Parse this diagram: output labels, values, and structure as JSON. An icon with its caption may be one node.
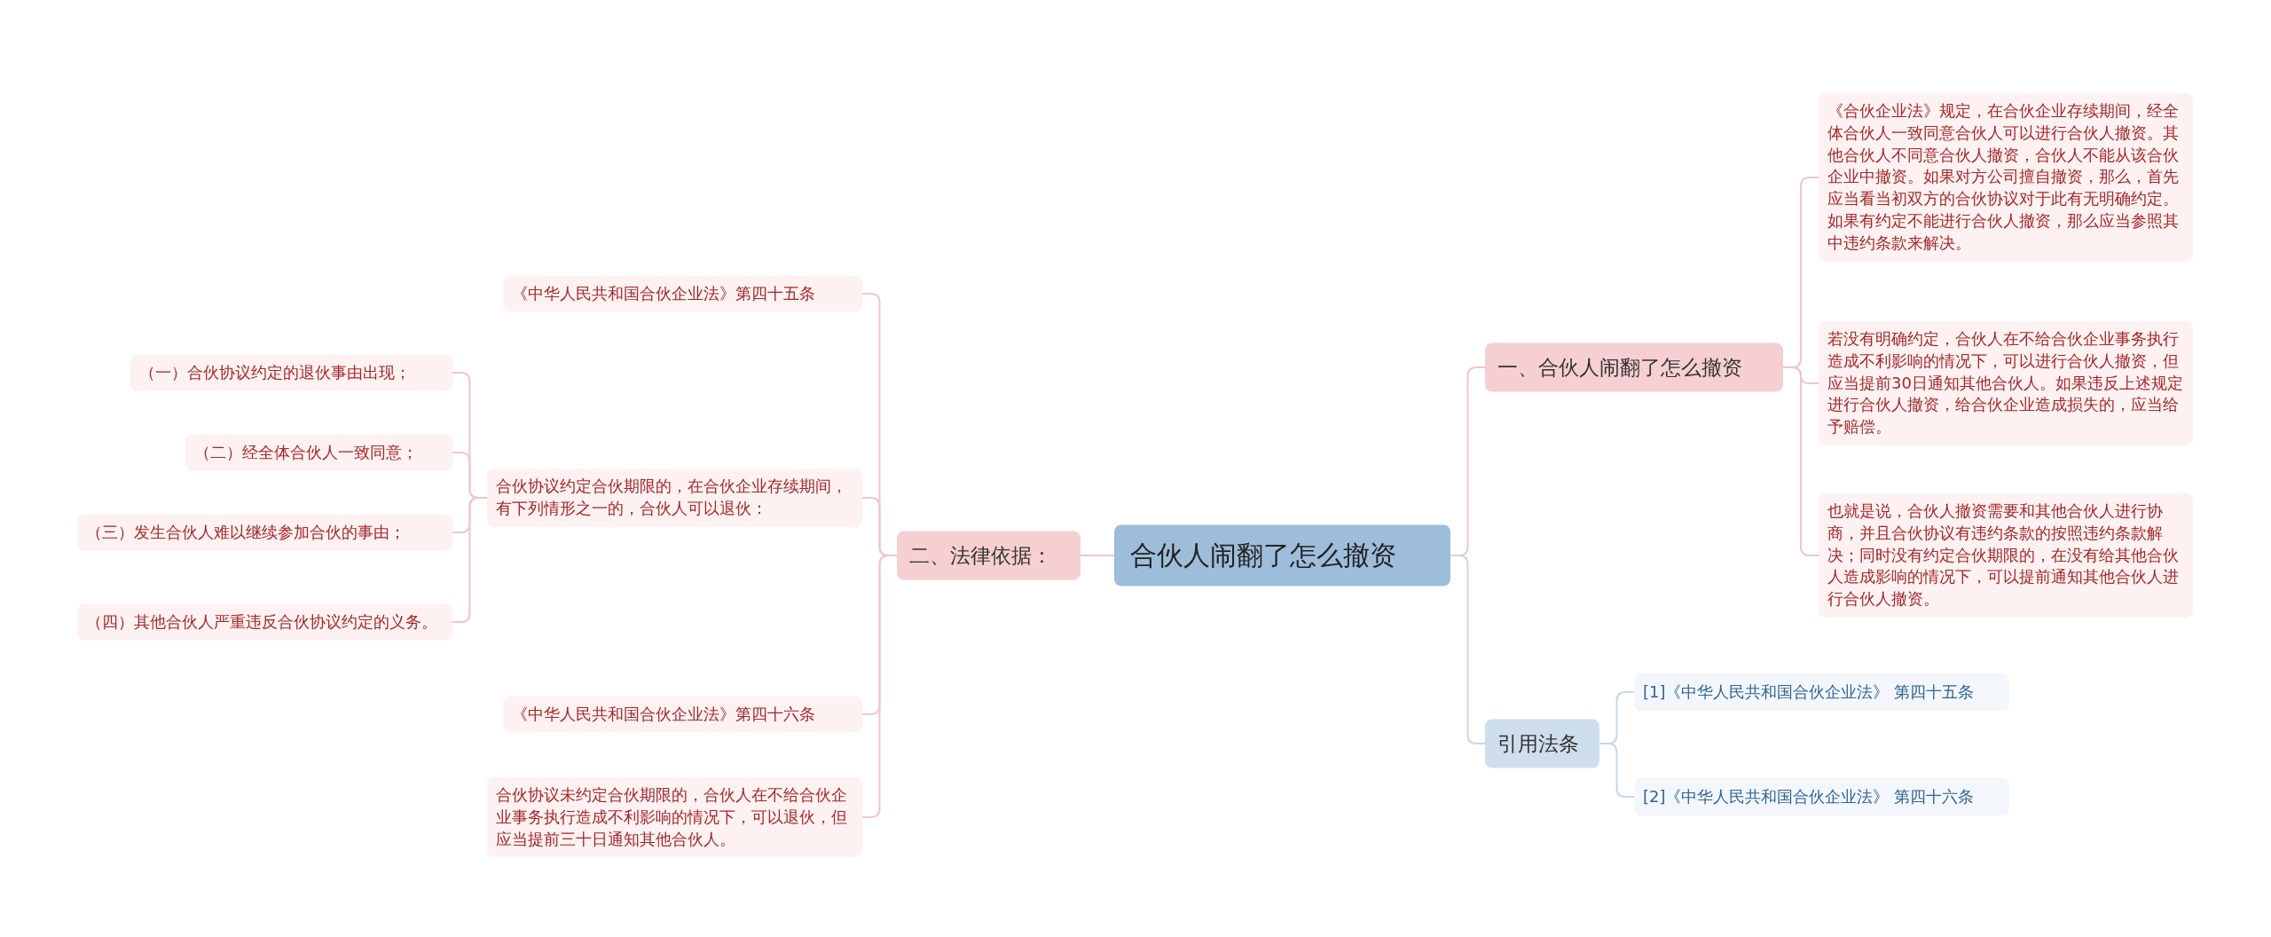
{
  "diagram": {
    "nodes": [
      {
        "text": [
          "合伙人闹翻了怎么撤资"
        ]
      },
      {
        "text": [
          "二、法律依据："
        ]
      },
      {
        "text": [
          "《中华人民共和国合伙企业法》第四十五条"
        ]
      },
      {
        "text": [
          "合伙协议约定合伙期限的，在合伙企业存续期间，有下列情形之一的，合伙人可以退伙："
        ]
      },
      {
        "text": [
          "（一）合伙协议约定的退伙事由出现；"
        ]
      },
      {
        "text": [
          "（二）经全体合伙人一致同意；"
        ]
      },
      {
        "text": [
          "（三）发生合伙人难以继续参加合伙的事由；"
        ]
      },
      {
        "text": [
          "（四）其他合伙人严重违反合伙协议约定的义务。"
        ]
      },
      {
        "text": [
          "《中华人民共和国合伙企业法》第四十六条"
        ]
      },
      {
        "text": [
          "合伙协议未约定合伙期限的，合伙人在不给合伙企业事务执行造成不利影响的情况下，可以退伙，但应当提前三十日通知其他合伙人。"
        ]
      },
      {
        "text": [
          "一、合伙人闹翻了怎么撤资"
        ]
      },
      {
        "text": [
          "《合伙企业法》规定，在合伙企业存续期间，经全体合伙人一致同意合伙人可以进行合伙人撤资。其他合伙人不同意合伙人撤资，合伙人不能从该合伙企业中撤资。如果对方公司擅自撤资，那么，首先应当看当初双方的合伙协议对于此有无明确约定。如果有约定不能进行合伙人撤资，那么应当参照其中违约条款来解决。"
        ]
      },
      {
        "text": [
          "若没有明确约定，合伙人在不给合伙企业事务执行造成不利影响的情况下，可以进行合伙人撤资，但应当提前30日通知其他合伙人。如果违反上述规定进行合伙人撤资，给合伙企业造成损失的，应当给予赔偿。"
        ]
      },
      {
        "text": [
          "也就是说，合伙人撤资需要和其他合伙人进行协商，并且合伙协议有违约条款的按照违约条款解决；同时没有约定合伙期限的，在没有给其他合伙人造成影响的情况下，可以提前通知其他合伙人进行合伙人撤资。"
        ]
      },
      {
        "text": [
          "引用法条"
        ]
      },
      {
        "text": [
          "[1]《中华人民共和国合伙企业法》 第四十五条"
        ]
      },
      {
        "text": [
          "[2]《中华人民共和国合伙企业法》 第四十六条"
        ]
      }
    ],
    "edges": [
      {
        "from": 0,
        "to": 1,
        "arrow": "none"
      },
      {
        "from": 1,
        "to": 2,
        "arrow": "none"
      },
      {
        "from": 1,
        "to": 3,
        "arrow": "none"
      },
      {
        "from": 3,
        "to": 4,
        "arrow": "none"
      },
      {
        "from": 3,
        "to": 5,
        "arrow": "none"
      },
      {
        "from": 3,
        "to": 6,
        "arrow": "none"
      },
      {
        "from": 3,
        "to": 7,
        "arrow": "none"
      },
      {
        "from": 1,
        "to": 8,
        "arrow": "none"
      },
      {
        "from": 1,
        "to": 9,
        "arrow": "none"
      },
      {
        "from": 0,
        "to": 10,
        "arrow": "none"
      },
      {
        "from": 10,
        "to": 11,
        "arrow": "none"
      },
      {
        "from": 10,
        "to": 12,
        "arrow": "none"
      },
      {
        "from": 10,
        "to": 13,
        "arrow": "none"
      },
      {
        "from": 0,
        "to": 14,
        "arrow": "none",
        "color": "#c6d8ea"
      },
      {
        "from": 14,
        "to": 15,
        "arrow": "none",
        "color": "#c6d8ea"
      },
      {
        "from": 14,
        "to": 16,
        "arrow": "none",
        "color": "#c6d8ea"
      }
    ]
  }
}
